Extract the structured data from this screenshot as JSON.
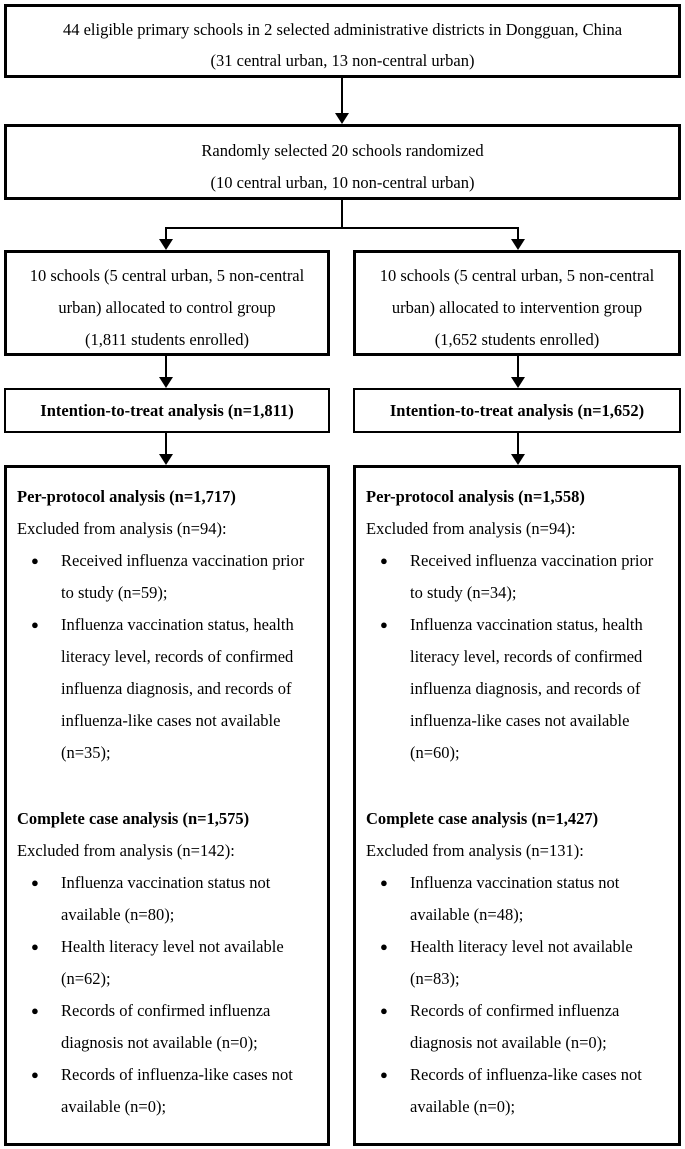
{
  "colors": {
    "ink": "#000000",
    "background": "#ffffff"
  },
  "title_box": {
    "lines": [
      "44 eligible primary schools in 2 selected administrative districts in Dongguan, China",
      "(31 central urban, 13 non-central urban)"
    ]
  },
  "randomized_box": {
    "lines": [
      "Randomly selected 20 schools randomized",
      "(10 central urban, 10 non-central urban)"
    ]
  },
  "columns": [
    {
      "name": "control",
      "allocation_lines": [
        "10 schools (5 central urban, 5 non-central",
        "urban) allocated to control group",
        "(1,811 students enrolled)"
      ],
      "itt_label": "Intention-to-treat analysis (n=1,811)",
      "per_protocol": {
        "title": "Per-protocol analysis (n=1,717)",
        "excluded": "Excluded from analysis (n=94):",
        "bullets": [
          [
            "Received influenza vaccination prior",
            "to study (n=59);"
          ],
          [
            "Influenza vaccination status, health",
            "literacy level, records of confirmed",
            "influenza diagnosis, and records of",
            "influenza-like cases not available",
            "(n=35);"
          ]
        ]
      },
      "complete_case": {
        "title": "Complete case analysis (n=1,575)",
        "excluded": "Excluded from analysis (n=142):",
        "bullets": [
          [
            "Influenza vaccination status not",
            "available (n=80);"
          ],
          [
            "Health literacy level not available",
            "(n=62);"
          ],
          [
            "Records of confirmed influenza",
            "diagnosis not available (n=0);"
          ],
          [
            "Records of influenza-like cases not",
            "available (n=0);"
          ]
        ]
      }
    },
    {
      "name": "intervention",
      "allocation_lines": [
        "10 schools (5 central urban, 5 non-central",
        "urban) allocated to intervention group",
        "(1,652 students enrolled)"
      ],
      "itt_label": "Intention-to-treat analysis (n=1,652)",
      "per_protocol": {
        "title": "Per-protocol analysis (n=1,558)",
        "excluded": "Excluded from analysis (n=94):",
        "bullets": [
          [
            "Received influenza vaccination prior",
            "to study (n=34);"
          ],
          [
            "Influenza vaccination status, health",
            "literacy level, records of confirmed",
            "influenza diagnosis, and records of",
            "influenza-like cases not available",
            "(n=60);"
          ]
        ]
      },
      "complete_case": {
        "title": "Complete case analysis (n=1,427)",
        "excluded": "Excluded from analysis (n=131):",
        "bullets": [
          [
            "Influenza vaccination status not",
            "available (n=48);"
          ],
          [
            "Health literacy level not available",
            "(n=83);"
          ],
          [
            "Records of confirmed influenza",
            "diagnosis not available (n=0);"
          ],
          [
            "Records of influenza-like cases not",
            "available (n=0);"
          ]
        ]
      }
    }
  ]
}
